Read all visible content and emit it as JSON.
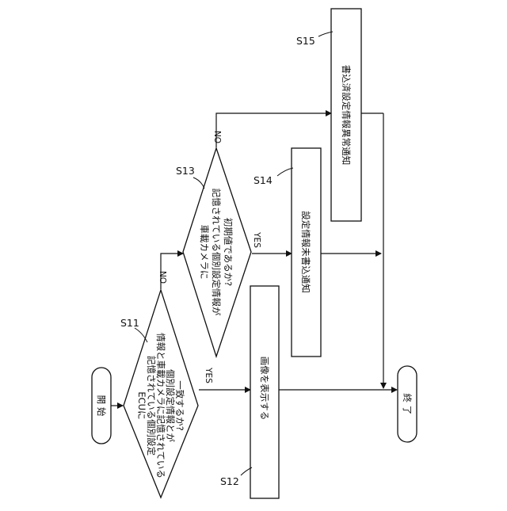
{
  "flowchart": {
    "start": "開 始",
    "end": "終 了",
    "steps": {
      "s11": {
        "id": "S11",
        "lines": [
          "ECUに",
          "記憶されている個別設定",
          "情報と車載カメラに記憶されている",
          "個別設定情報とが",
          "一致するか?"
        ],
        "yes": "YES",
        "no": "NO"
      },
      "s12": {
        "id": "S12",
        "text": "画像を表示する"
      },
      "s13": {
        "id": "S13",
        "lines": [
          "車載カメラに",
          "記憶されている個別設定情報が",
          "初期値であるか?"
        ],
        "yes": "YES",
        "no": "NO"
      },
      "s14": {
        "id": "S14",
        "text": "設定情報未書込通知"
      },
      "s15": {
        "id": "S15",
        "text": "書込済設定情報異常通知"
      }
    }
  }
}
